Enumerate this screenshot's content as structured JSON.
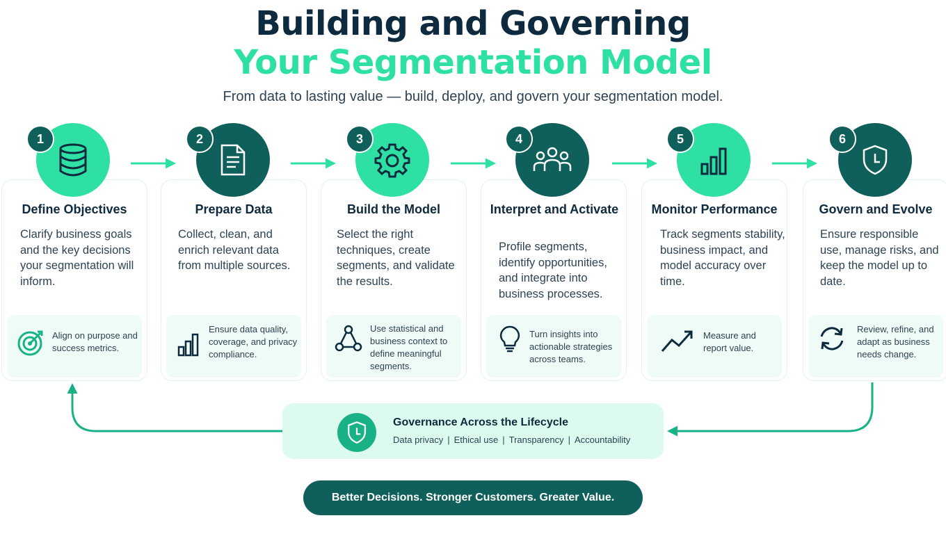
{
  "header": {
    "title_line1": "Building and Governing",
    "title_line2": "Your Segmentation Model",
    "subtitle": "From data to lasting value — build, deploy, and govern your segmentation model."
  },
  "colors": {
    "navy": "#0e2a3e",
    "mint": "#2ee0a3",
    "dark_teal": "#0f5f5a",
    "light_mint": "#eefbf6"
  },
  "steps": [
    {
      "number": "1",
      "title": "Define Objectives",
      "description": "Clarify business goals and the key decisions your segmentation will inform.",
      "note": "Align on purpose and success metrics.",
      "icon": "database-icon",
      "note_icon": "target-icon"
    },
    {
      "number": "2",
      "title": "Prepare Data",
      "description": "Collect, clean, and enrich relevant data from multiple sources.",
      "note": "Ensure data quality, coverage, and privacy compliance.",
      "icon": "document-icon",
      "note_icon": "bar-chart-icon"
    },
    {
      "number": "3",
      "title": "Build the Model",
      "description": "Select the right techniques, create segments, and validate the results.",
      "note": "Use statistical and business context to define meaningful segments.",
      "icon": "gear-icon",
      "note_icon": "network-icon"
    },
    {
      "number": "4",
      "title": "Interpret and Activate",
      "description": "Profile segments, identify opportunities, and integrate into business processes.",
      "note": "Turn insights into actionable strategies across teams.",
      "icon": "people-icon",
      "note_icon": "lightbulb-icon"
    },
    {
      "number": "5",
      "title": "Monitor Performance",
      "description": "Track segments stability, business impact, and model accuracy over time.",
      "note": "Measure and report value.",
      "icon": "bar-chart-icon",
      "note_icon": "trend-up-icon"
    },
    {
      "number": "6",
      "title": "Govern and Evolve",
      "description": "Ensure responsible use, manage risks, and keep the model up to date.",
      "note": "Review, refine, and adapt as business needs change.",
      "icon": "shield-icon",
      "note_icon": "refresh-icon"
    }
  ],
  "governance": {
    "title": "Governance Across the Lifecycle",
    "items": [
      "Data privacy",
      "Ethical use",
      "Transparency",
      "Accountability"
    ]
  },
  "tagline": "Better Decisions. Stronger Customers. Greater Value."
}
